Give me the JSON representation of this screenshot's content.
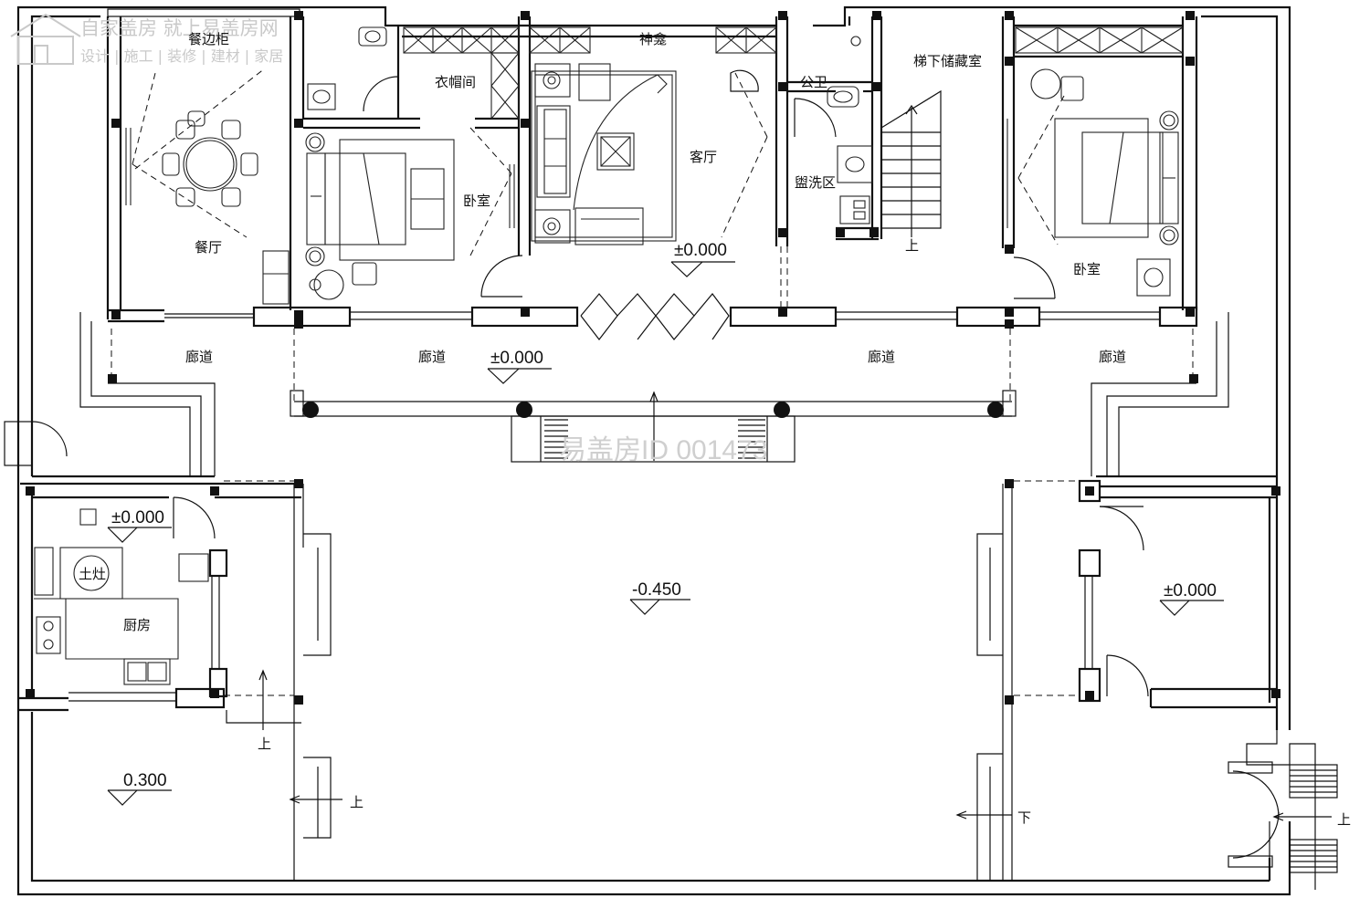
{
  "watermark": {
    "brand": "自家盖房 就上易盖房网",
    "services": "设计 | 施工 | 装修 | 建材 | 家居",
    "plan_id": "易盖房ID 001473"
  },
  "rooms": {
    "sideboard": "餐边柜",
    "dining": "餐厅",
    "cloakroom": "衣帽间",
    "shrine": "神龛",
    "bedroom_left": "卧室",
    "living": "客厅",
    "toilet": "公卫",
    "washing": "盥洗区",
    "storage": "梯下储藏室",
    "bedroom_right": "卧室",
    "corridor_1": "廊道",
    "corridor_2": "廊道",
    "corridor_3": "廊道",
    "corridor_4": "廊道",
    "kitchen": "厨房",
    "stove": "土灶"
  },
  "elevations": {
    "living": "±0.000",
    "corridor": "±0.000",
    "kitchen": "±0.000",
    "courtyard": "-0.450",
    "right_room": "±0.000",
    "yard": "0.300"
  },
  "stair_marks": {
    "up": "上",
    "down": "下"
  }
}
